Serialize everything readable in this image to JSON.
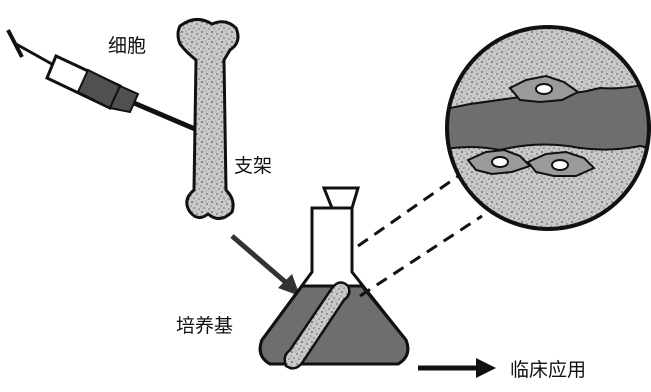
{
  "labels": {
    "cells": "细胞",
    "scaffold": "支架",
    "culture_medium": "培养基",
    "clinical_application": "临床应用"
  },
  "icons": [
    "syringe-icon",
    "bone-scaffold-icon",
    "culture-flask-icon",
    "magnified-cells-icon",
    "arrow-icon"
  ],
  "colors": {
    "ink": "#111111",
    "medium_fill": "#6e6e6e",
    "syringe_fluid": "#505050",
    "porous_fill": "#c9c9c9",
    "cell_fill": "#9a9a9a"
  }
}
